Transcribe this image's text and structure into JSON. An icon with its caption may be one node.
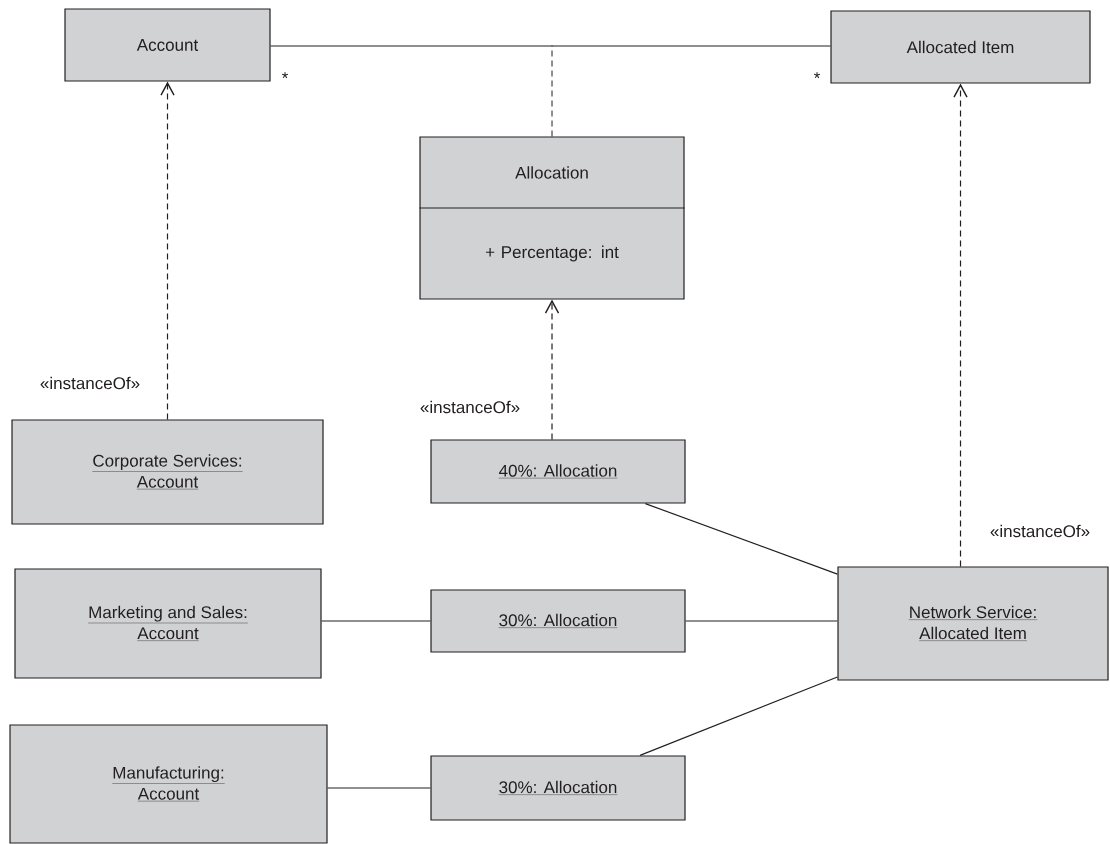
{
  "diagram": {
    "nodes": [
      {
        "text": [
          "Account"
        ]
      },
      {
        "text": [
          "Allocated Item"
        ]
      },
      {
        "text": [
          "Allocation",
          "+ Percentage: int"
        ]
      },
      {
        "text": [
          "Corporate Services: Account"
        ]
      },
      {
        "text": [
          "40%: Allocation"
        ]
      },
      {
        "text": [
          "Marketing and Sales: Account"
        ]
      },
      {
        "text": [
          "30%: Allocation"
        ]
      },
      {
        "text": [
          "Network Service: Allocated Item"
        ]
      },
      {
        "text": [
          "Manufacturing: Account"
        ]
      },
      {
        "text": [
          "30%: Allocation"
        ]
      }
    ],
    "edges": [
      {
        "from": 0,
        "to": 1,
        "arrow": "none"
      },
      {
        "from": 2,
        "to": null,
        "arrow": "none",
        "style": "dashed"
      },
      {
        "from": 3,
        "to": 0,
        "arrow": "to",
        "style": "dashed",
        "label": "«instanceOf»"
      },
      {
        "from": 4,
        "to": 2,
        "arrow": "to",
        "style": "dashed",
        "label": "«instanceOf»"
      },
      {
        "from": 7,
        "to": 1,
        "arrow": "to",
        "style": "dashed",
        "label": "«instanceOf»"
      },
      {
        "from": 5,
        "to": 6,
        "arrow": "none"
      },
      {
        "from": 6,
        "to": 7,
        "arrow": "none"
      },
      {
        "from": 4,
        "to": 7,
        "arrow": "none"
      },
      {
        "from": 8,
        "to": 9,
        "arrow": "none"
      },
      {
        "from": 9,
        "to": 7,
        "arrow": "none"
      }
    ],
    "labels": [
      "*",
      "*"
    ]
  }
}
